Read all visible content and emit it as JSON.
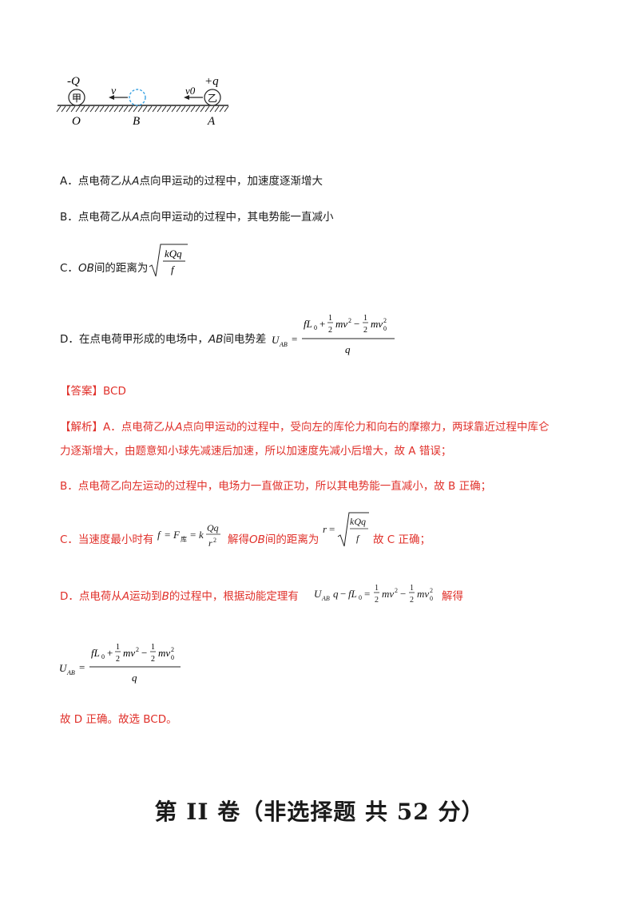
{
  "figure": {
    "charge_left": "-Q",
    "charge_right": "+q",
    "ball_left": "甲",
    "ball_right": "乙",
    "label_v": "v",
    "label_v0": "v0",
    "point_O": "O",
    "point_B": "B",
    "point_A": "A"
  },
  "options": {
    "a": {
      "prefix": "A．点电荷乙从",
      "pt": "A",
      "rest": "点向甲运动的过程中，加速度逐渐增大"
    },
    "b": {
      "prefix": "B．点电荷乙从",
      "pt": "A",
      "rest": "点向甲运动的过程中，其电势能一直减小"
    },
    "c": {
      "prefix": "C．",
      "pt": "OB",
      "rest": "间的距离为"
    },
    "d": {
      "prefix": "D．在点电荷甲形成的电场中，",
      "pt": "AB",
      "rest": "间电势差"
    }
  },
  "answer": {
    "label": "【答案】",
    "value": "BCD"
  },
  "analysis": {
    "label": "【解析】",
    "line1_a": "A．点电荷乙从",
    "line1_pt": "A",
    "line1_b": "点向甲运动的过程中，受向左的库伦力和向右的摩擦力，两球靠近过程中库仑",
    "line2": "力逐渐增大，由题意知小球先减速后加速，所以加速度先减小后增大，故 A 错误；",
    "line3": "B．点电荷乙向左运动的过程中，电场力一直做正功，所以其电势能一直减小，故 B 正确；",
    "line4_a": "C．当速度最小时有",
    "line4_b": "解得",
    "line4_pt": "OB",
    "line4_c": "间的距离为",
    "line4_d": "故 C 正确；",
    "line5_a": "D．点电荷从",
    "line5_pt1": "A",
    "line5_b": "运动到",
    "line5_pt2": "B",
    "line5_c": "的过程中，根据动能定理有",
    "line5_d": "解得",
    "line7": "故 D 正确。故选 BCD。"
  },
  "section_heading": "第 II 卷（非选择题  共 52 分）"
}
